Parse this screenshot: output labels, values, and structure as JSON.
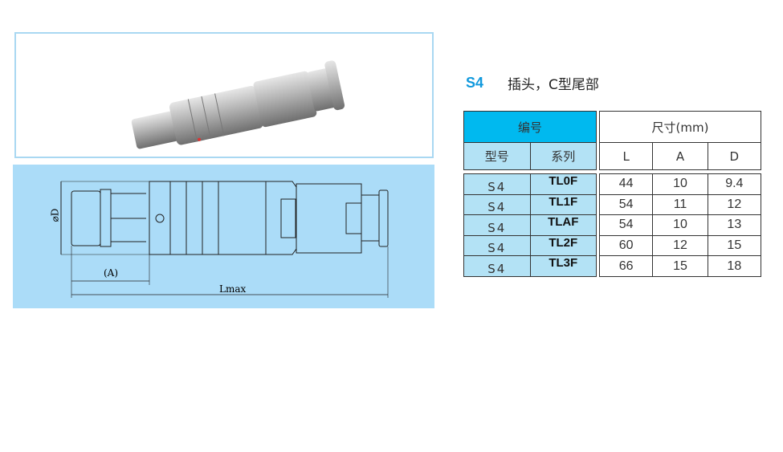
{
  "heading": {
    "code": "S4",
    "desc": "插头，C型尾部"
  },
  "drawing": {
    "dim_d": "⌀D",
    "dim_a": "(A)",
    "dim_l": "Lmax"
  },
  "table": {
    "group_left": "编号",
    "group_right": "尺寸(mm)",
    "col_model": "型号",
    "col_series": "系列",
    "col_l": "L",
    "col_a": "A",
    "col_d": "D",
    "rows": [
      {
        "model": "S4",
        "series": "TL0F",
        "L": "44",
        "A": "10",
        "D": "9.4"
      },
      {
        "model": "S4",
        "series": "TL1F",
        "L": "54",
        "A": "11",
        "D": "12"
      },
      {
        "model": "S4",
        "series": "TLAF",
        "L": "54",
        "A": "10",
        "D": "13"
      },
      {
        "model": "S4",
        "series": "TL2F",
        "L": "60",
        "A": "12",
        "D": "15"
      },
      {
        "model": "S4",
        "series": "TL3F",
        "L": "66",
        "A": "15",
        "D": "18"
      }
    ]
  }
}
